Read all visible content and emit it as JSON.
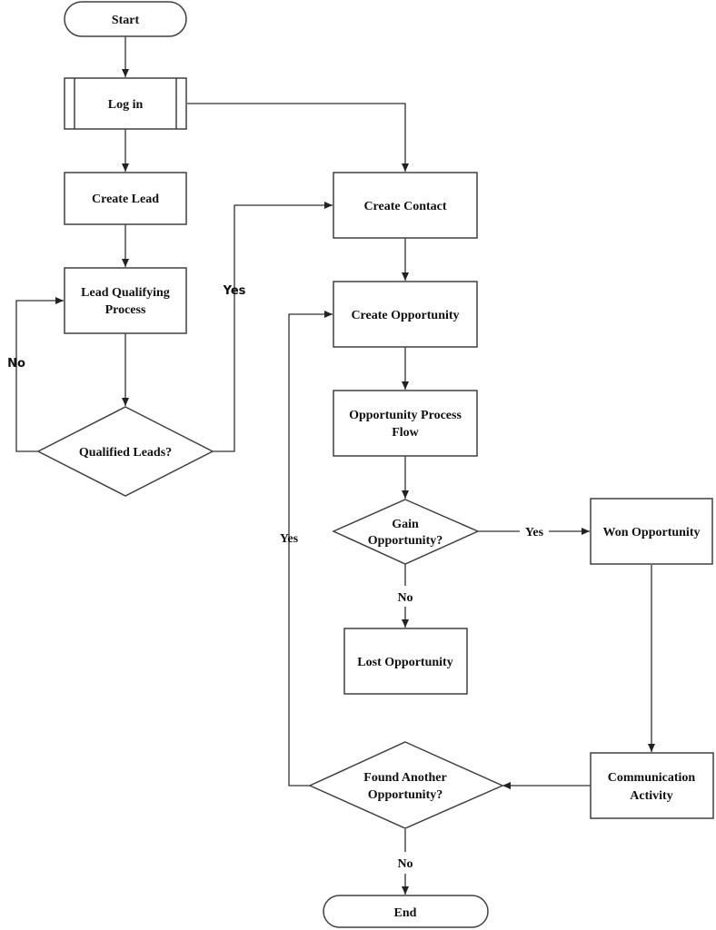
{
  "diagram": {
    "nodes": {
      "start": {
        "type": "terminator",
        "lines": [
          "Start"
        ]
      },
      "login": {
        "type": "predefined-process",
        "lines": [
          "Log in"
        ]
      },
      "create_lead": {
        "type": "process",
        "lines": [
          "Create Lead"
        ]
      },
      "lead_qualifying": {
        "type": "process",
        "lines": [
          "Lead Qualifying",
          "Process"
        ]
      },
      "qualified_leads": {
        "type": "decision",
        "lines": [
          "Qualified Leads?"
        ]
      },
      "create_contact": {
        "type": "process",
        "lines": [
          "Create Contact"
        ]
      },
      "create_opportunity": {
        "type": "process",
        "lines": [
          "Create Opportunity"
        ]
      },
      "opportunity_process_flow": {
        "type": "process",
        "lines": [
          "Opportunity Process",
          "Flow"
        ]
      },
      "gain_opportunity": {
        "type": "decision",
        "lines": [
          "Gain",
          "Opportunity?"
        ]
      },
      "won_opportunity": {
        "type": "process",
        "lines": [
          "Won Opportunity"
        ]
      },
      "lost_opportunity": {
        "type": "process",
        "lines": [
          "Lost Opportunity"
        ]
      },
      "communication_activity": {
        "type": "process",
        "lines": [
          "Communication",
          "Activity"
        ]
      },
      "found_another": {
        "type": "decision",
        "lines": [
          "Found Another",
          "Opportunity?"
        ]
      },
      "end": {
        "type": "terminator",
        "lines": [
          "End"
        ]
      }
    },
    "edges": [
      {
        "from": "start",
        "to": "login",
        "label": ""
      },
      {
        "from": "login",
        "to": "create_lead",
        "label": ""
      },
      {
        "from": "login",
        "to": "create_contact",
        "label": ""
      },
      {
        "from": "create_lead",
        "to": "lead_qualifying",
        "label": ""
      },
      {
        "from": "lead_qualifying",
        "to": "qualified_leads",
        "label": ""
      },
      {
        "from": "qualified_leads",
        "to": "lead_qualifying",
        "label": "No"
      },
      {
        "from": "qualified_leads",
        "to": "create_contact",
        "label": "Yes"
      },
      {
        "from": "create_contact",
        "to": "create_opportunity",
        "label": ""
      },
      {
        "from": "create_opportunity",
        "to": "opportunity_process_flow",
        "label": ""
      },
      {
        "from": "opportunity_process_flow",
        "to": "gain_opportunity",
        "label": ""
      },
      {
        "from": "gain_opportunity",
        "to": "won_opportunity",
        "label": "Yes"
      },
      {
        "from": "gain_opportunity",
        "to": "lost_opportunity",
        "label": "No"
      },
      {
        "from": "won_opportunity",
        "to": "communication_activity",
        "label": ""
      },
      {
        "from": "communication_activity",
        "to": "found_another",
        "label": ""
      },
      {
        "from": "found_another",
        "to": "create_opportunity",
        "label": "Yes"
      },
      {
        "from": "found_another",
        "to": "end",
        "label": "No"
      }
    ]
  }
}
